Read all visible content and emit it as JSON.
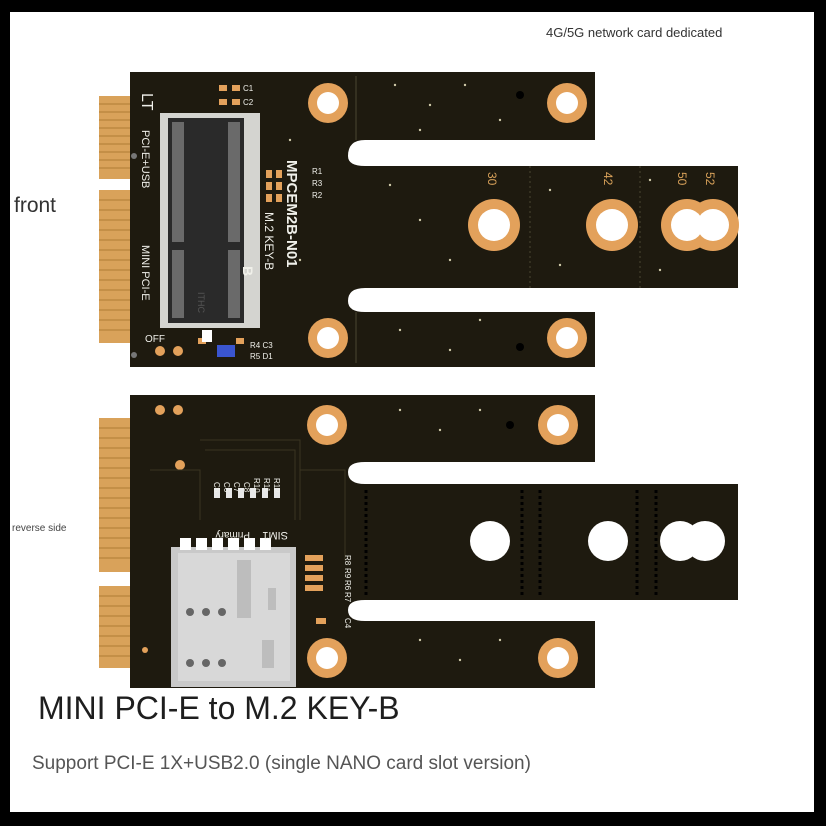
{
  "labels": {
    "note": "4G/5G network card dedicated",
    "front": "front",
    "reverse": "reverse side",
    "title": "MINI PCI-E to M.2 KEY-B",
    "subtitle": "Support PCI-E 1X+USB2.0 (single NANO card slot version)"
  },
  "silkscreen": {
    "lt": "LT",
    "pcie_usb": "PCI-E+USB",
    "mini_pcie": "MINI PCI-E",
    "model": "MPCEM2B-N01",
    "keyb": "M.2 KEY-B",
    "b": "B",
    "off": "OFF",
    "ithc": "ITHC",
    "c1": "C1",
    "c2": "C2",
    "r1": "R1",
    "r3": "R3",
    "r2": "R2",
    "r4c3": "R4 C3",
    "r5d1": "R5 D1",
    "pos30": "30",
    "pos42": "42",
    "pos50": "50",
    "pos52": "52",
    "sim1": "SIM1",
    "primary": "Primary",
    "rear_refs": [
      "C5",
      "C6",
      "C7",
      "C8",
      "R10",
      "R11",
      "R12"
    ],
    "r_side": [
      "R8",
      "R9",
      "R6",
      "R7"
    ],
    "c4": "C4"
  },
  "colors": {
    "pcb": "#1e1a0f",
    "gold": "#d9a25a",
    "copper_ring": "#e3a15b",
    "background": "#ffffff",
    "frame": "#000000"
  }
}
